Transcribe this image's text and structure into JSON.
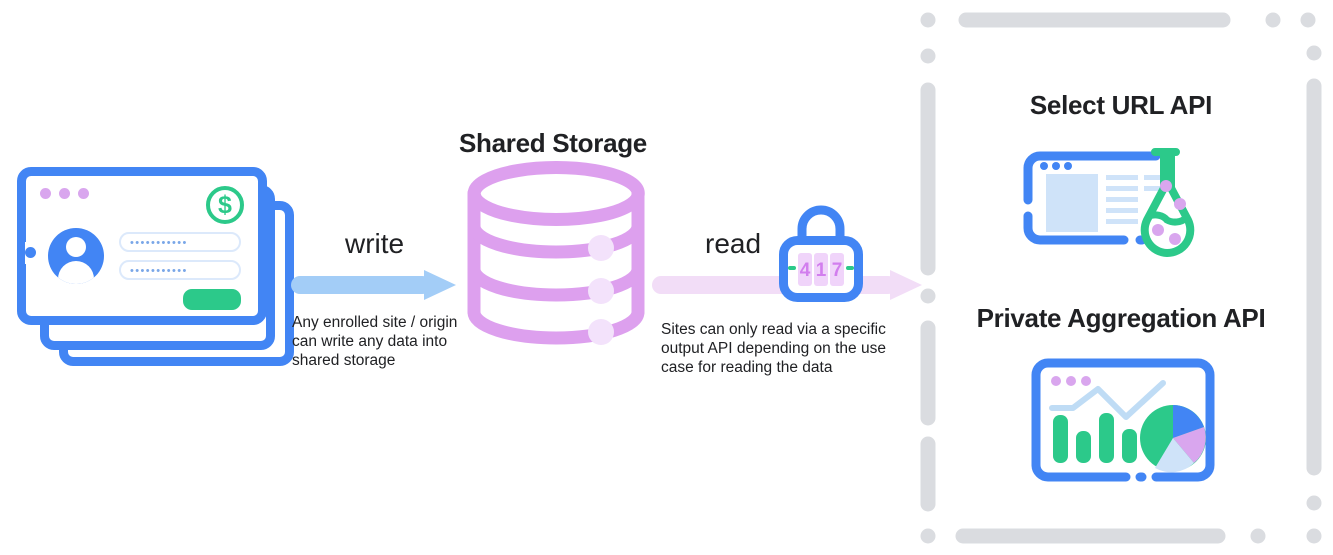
{
  "diagram": {
    "title_center": "Shared Storage",
    "left_source": {
      "name": "enrolled-sites",
      "form_field_1": "•••••••••••",
      "form_field_2": "•••••••••••",
      "badge": "$"
    },
    "flows": [
      {
        "id": "write",
        "label": "write",
        "caption": "Any enrolled site / origin can write any data into shared storage",
        "color": "#a3cdf7"
      },
      {
        "id": "read",
        "label": "read",
        "caption": "Sites can only read via a specific output API depending on the use case for reading the data",
        "color": "#f2ddf7"
      }
    ],
    "lock": {
      "combination": "417",
      "digits": [
        "4",
        "1",
        "7"
      ]
    },
    "output_apis": [
      {
        "id": "select-url-api",
        "title": "Select URL API"
      },
      {
        "id": "private-aggregation-api",
        "title": "Private Aggregation API"
      }
    ]
  },
  "colors": {
    "blue": "#4285f4",
    "light_blue": "#a3cdf7",
    "pale_blue": "#cfe3f9",
    "green": "#2cc98a",
    "purple": "#dda0ee",
    "light_purple": "#f3e2fb",
    "pink_arrow": "#f2ddf7",
    "gray_border": "#dadce0",
    "text": "#202124"
  }
}
